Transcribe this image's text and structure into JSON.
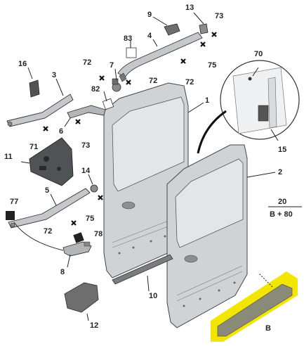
{
  "labels": {
    "l1": "1",
    "l2": "2",
    "l3": "3",
    "l4": "4",
    "l5": "5",
    "l6": "6",
    "l7": "7",
    "l8": "8",
    "l9": "9",
    "l10": "10",
    "l11": "11",
    "l12": "12",
    "l13": "13",
    "l14": "14",
    "l15": "15",
    "l16": "16",
    "l70": "70",
    "l71": "71",
    "l72a": "72",
    "l72b": "72",
    "l72c": "72",
    "l72d": "72",
    "l73a": "73",
    "l73b": "73",
    "l75a": "75",
    "l75b": "75",
    "l77": "77",
    "l78": "78",
    "l82": "82",
    "l83": "83",
    "lB": "B"
  },
  "reference": {
    "numerator": "20",
    "denominator": "B + 80"
  },
  "colors": {
    "highlight": "#f2e600",
    "door_fill": "#cfd3d6",
    "part_fill": "#6e6e6e"
  }
}
